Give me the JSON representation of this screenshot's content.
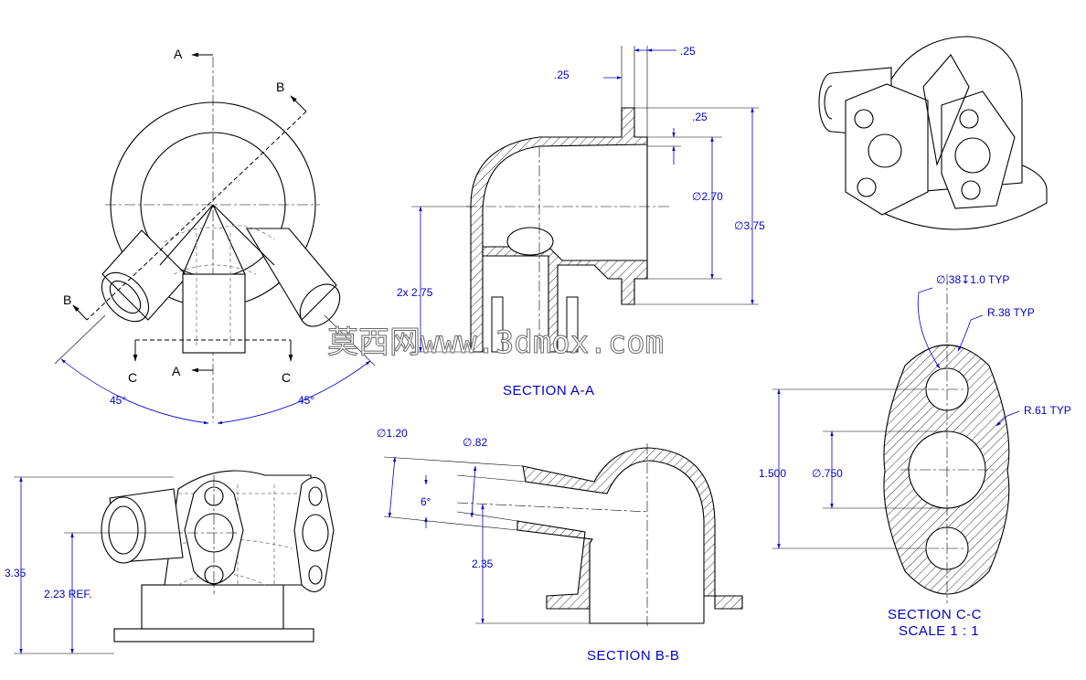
{
  "sections": {
    "a": "SECTION A-A",
    "b": "SECTION B-B",
    "c_line1": "SECTION C-C",
    "c_line2": "SCALE 1 : 1"
  },
  "cut_labels": {
    "a_top": "A",
    "a_bottom": "A",
    "b_top": "B",
    "b_left": "B",
    "c_left": "C",
    "c_right": "C"
  },
  "dims": {
    "angle_left": "45°",
    "angle_right": "45°",
    "a_wall_left": ".25",
    "a_wall_right": ".25",
    "a_flange": ".25",
    "a_dia_inner": "∅2.70",
    "a_dia_outer": "∅3.75",
    "a_height": "2x 2.75",
    "b_dia_outer": "∅1.20",
    "b_dia_inner": "∅.82",
    "b_angle": "6°",
    "b_height": "2.35",
    "c_hole": "∅.38↧1.0 TYP",
    "c_r_small": "R.38 TYP",
    "c_r_large": "R.61 TYP",
    "c_spacing": "1.500",
    "c_dia_center": "∅.750",
    "f_height": "3.35",
    "f_ref": "2.23 REF."
  },
  "watermark": "莫西网www.3dmox.com"
}
